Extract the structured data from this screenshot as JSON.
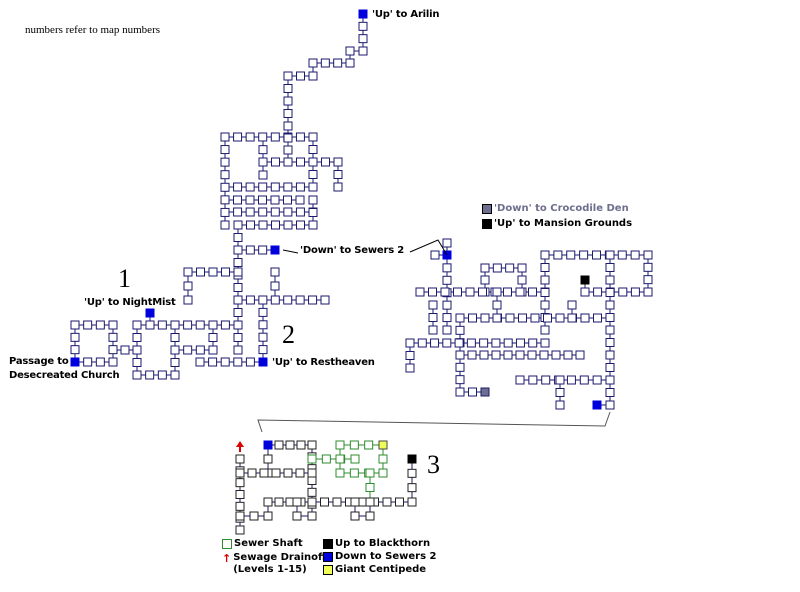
{
  "note": "numbers refer to map numbers",
  "map_numbers": [
    "1",
    "2",
    "3"
  ],
  "labels": {
    "arilin": "'Up' to Arilin",
    "down_sewers2": "'Down' to Sewers 2",
    "nightmist": "'Up' to NightMist",
    "restheaven": "'Up' to Restheaven",
    "passage_1": "Passage to",
    "passage_2": "Desecreated Church",
    "crocodile": "'Down' to Crocodile Den",
    "mansion": "'Up' to Mansion Grounds"
  },
  "legend": {
    "sewer_shaft": "Sewer Shaft",
    "drainoff_1": "Sewage Drainoff",
    "drainoff_2": "(Levels 1-15)",
    "blackthorn": "Up to Blackthorn",
    "down_sewers2": "Down to Sewers 2",
    "centipede": "Giant Centipede"
  },
  "colors": {
    "room_border": "#1a1a6e",
    "exit_blue": "#0000dd",
    "exit_black": "#000000",
    "exit_gray": "#6e6e8e",
    "shaft_green": "#2e8b2e",
    "centipede_yellow": "#eeff55",
    "drain_red": "#dd0000"
  }
}
